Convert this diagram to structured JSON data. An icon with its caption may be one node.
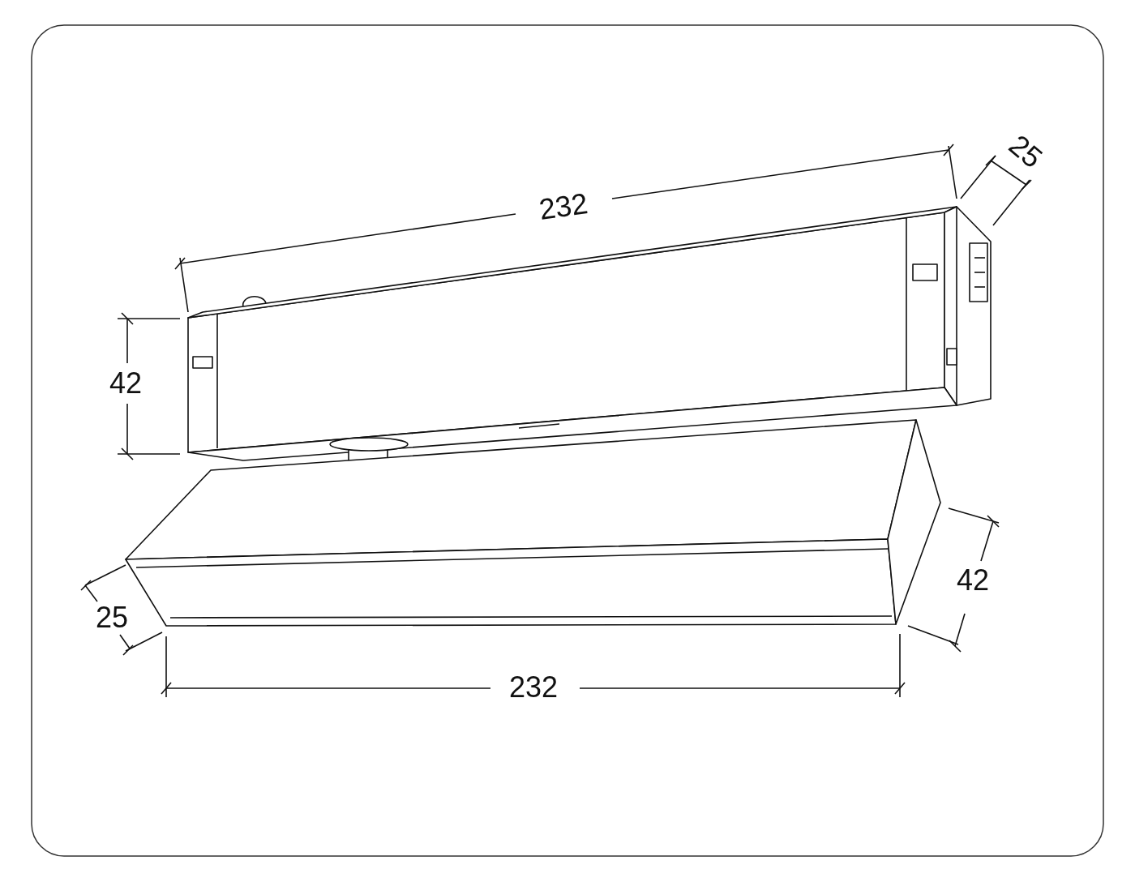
{
  "diagram": {
    "labels": [
      "232",
      "25",
      "42",
      "42",
      "25",
      "232"
    ]
  }
}
